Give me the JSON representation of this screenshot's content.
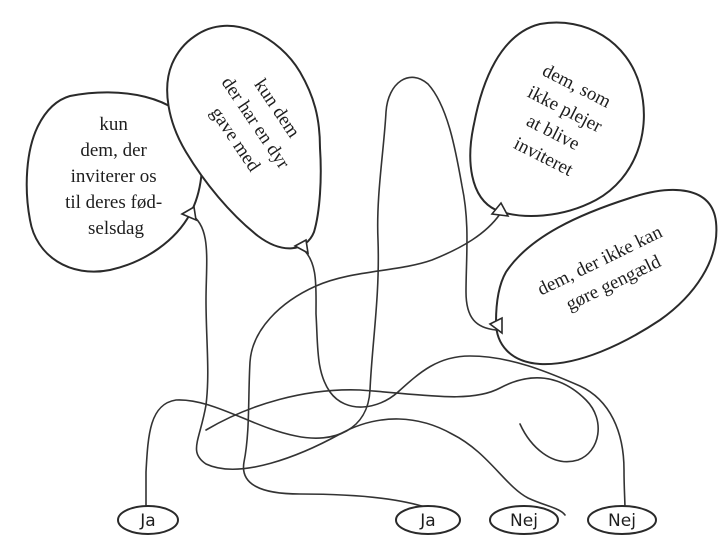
{
  "balloons": [
    {
      "id": "b1",
      "lines": [
        "kun",
        "dem, der",
        "inviterer os",
        "til deres fød-",
        "selsdag"
      ]
    },
    {
      "id": "b2",
      "lines": [
        "kun dem",
        "der har en dyr",
        "gave med"
      ]
    },
    {
      "id": "b3",
      "lines": [
        "dem, som",
        "ikke plejer",
        "at blive",
        "inviteret"
      ]
    },
    {
      "id": "b4",
      "lines": [
        "dem, der ikke kan",
        "gøre gengæld"
      ]
    }
  ],
  "answers": [
    "Ja",
    "Ja",
    "Nej",
    "Nej"
  ],
  "colors": {
    "ink": "#2a2a2a",
    "paper": "#ffffff"
  }
}
